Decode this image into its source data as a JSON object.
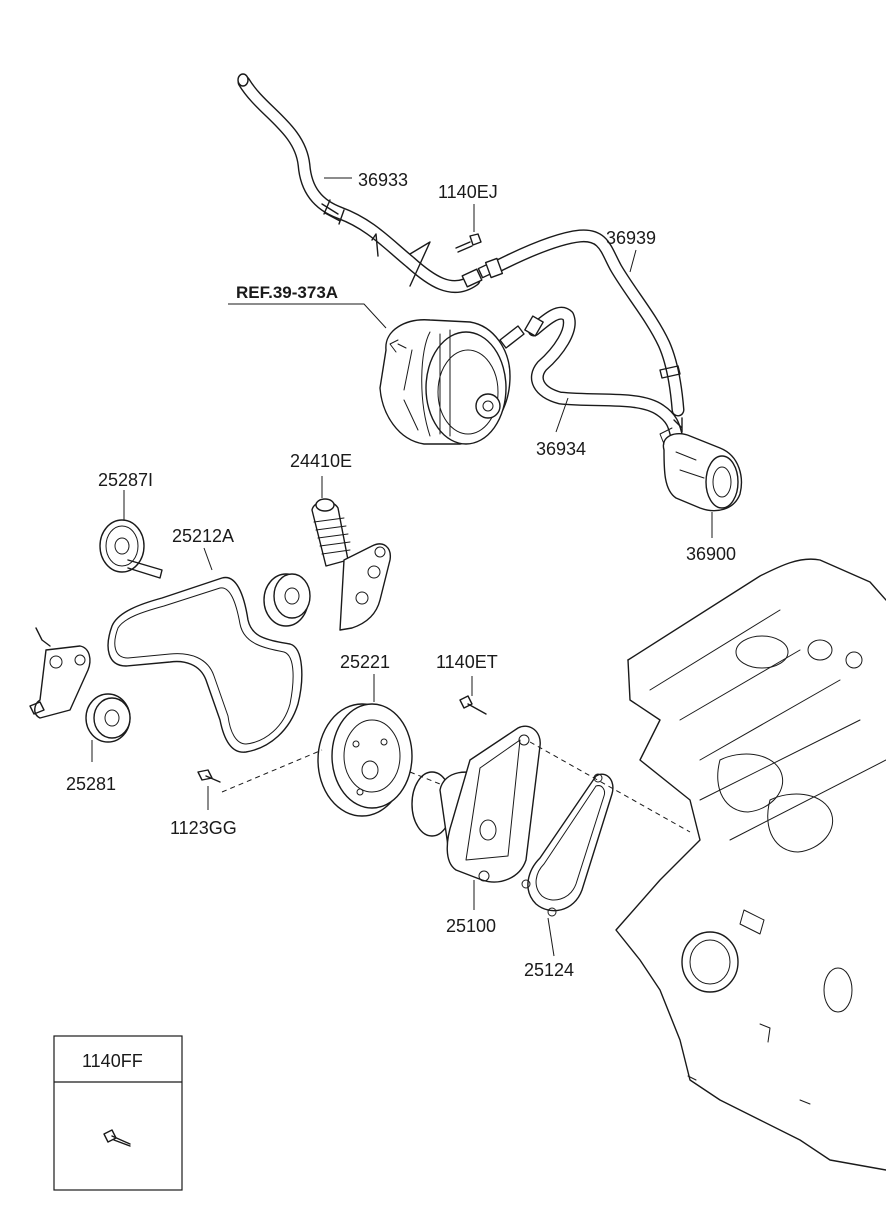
{
  "diagram": {
    "part_numbers": {
      "hose_upper": "36933",
      "bolt_top": "1140EJ",
      "hose_right": "36939",
      "ref": "REF.39-373A",
      "hose_middle": "36934",
      "pump_electric": "36900",
      "tensioner": "24410E",
      "idler_pulley": "25287I",
      "belt": "25212A",
      "pulley": "25221",
      "bolt_mid": "1140ET",
      "bracket_tensioner": "25281",
      "bolt_small": "1123GG",
      "water_pump": "25100",
      "gasket": "25124"
    },
    "legend_box": {
      "part": "1140FF"
    }
  }
}
